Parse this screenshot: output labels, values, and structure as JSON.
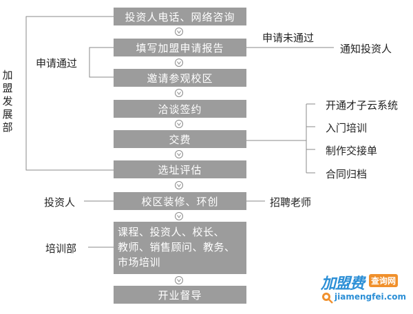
{
  "steps": [
    "投资人电话、网络咨询",
    "填写加盟申请报告",
    "邀请参观校区",
    "洽谈签约",
    "交费",
    "选址评估",
    "校区装修、环创",
    [
      "课程、投资人、校长、",
      "教师、销售顾问、教务、",
      "市场培训"
    ],
    "开业督导"
  ],
  "labels": {
    "dept_join": "加盟发展部",
    "approved": "申请通过",
    "rejected": "申请未通过",
    "notify": "通知投资人",
    "investor": "投资人",
    "recruit": "招聘老师",
    "training_dept": "培训部"
  },
  "fee_branches": [
    "开通才子云系统",
    "入门培训",
    "制作交接单",
    "合同归档"
  ],
  "watermark": {
    "brand": "加盟费",
    "tag": "查询网",
    "url": "jiamengfei.com"
  },
  "colors": {
    "box": "#9c9c9c",
    "line": "#8a8a8a",
    "brand_blue": "#2c8fd6",
    "brand_orange": "#f0902c"
  }
}
